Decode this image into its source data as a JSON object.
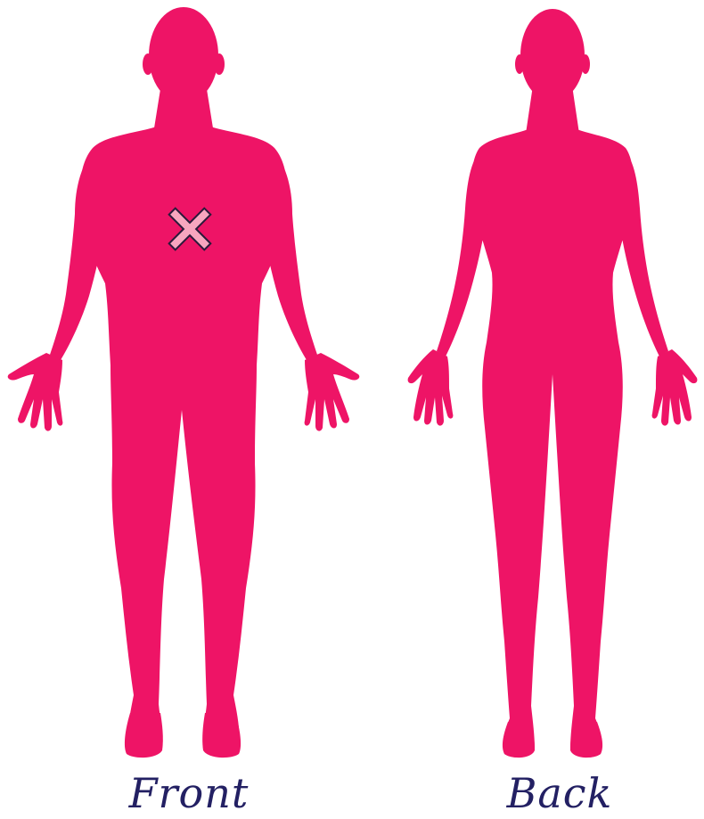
{
  "figure": {
    "labels": {
      "front": "Front",
      "back": "Back"
    },
    "marker": {
      "view": "front",
      "location": "chest",
      "symbol": "cross-mark"
    },
    "colors": {
      "body": "#ee1466",
      "marker_fill": "#f7a6bf",
      "marker_outline": "#2a1a3a",
      "label_text": "#232063",
      "background": "#ffffff"
    }
  }
}
